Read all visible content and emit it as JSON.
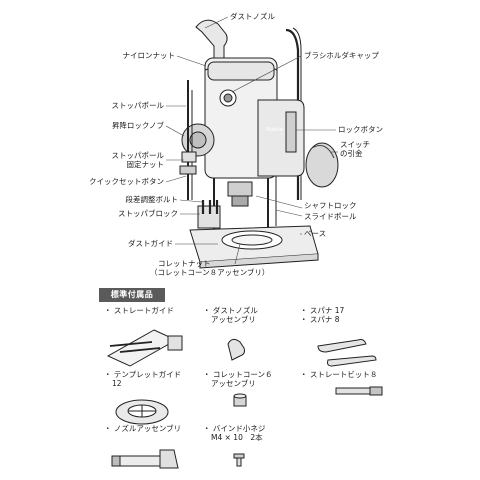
{
  "diagram": {
    "labels": {
      "dust_nozzle": "ダストノズル",
      "nylon_nut": "ナイロンナット",
      "brush_holder_cap": "ブラシホルダキャップ",
      "stopper_pole": "ストッパポール",
      "lift_lock_knob": "昇降ロックノブ",
      "stopper_pole_nut_line1": "ストッパポール",
      "stopper_pole_nut_line2": "固定ナット",
      "quick_set_button": "クイックセットボタン",
      "lock_button": "ロックボタン",
      "switch_trigger_line1": "スイッチ",
      "switch_trigger_line2": "の引金",
      "step_adjust_bolt": "段差調整ボルト",
      "stopper_block": "ストッパブロック",
      "dust_guide": "ダストガイド",
      "shaft_lock": "シャフトロック",
      "slide_pole": "スライドポール",
      "base": "ベース",
      "collet_nut_line1": "コレットナット",
      "collet_nut_line2": "（コレットコーン８アッセンブリ）",
      "brand": "Makita"
    }
  },
  "accessories": {
    "header": "標準付属品",
    "items": {
      "straight_guide": "ストレートガイド",
      "dust_nozzle_assy_line1": "ダストノズル",
      "dust_nozzle_assy_line2": "アッセンブリ",
      "spanner_17": "スパナ 17",
      "spanner_8": "スパナ 8",
      "template_guide_line1": "テンプレットガイド",
      "template_guide_line2": "12",
      "collet_cone_line1": "コレットコーン６",
      "collet_cone_line2": "アッセンブリ",
      "straight_bit": "ストレートビット８",
      "nozzle_assy": "ノズルアッセンブリ",
      "bind_screw_line1": "バインド小ネジ",
      "bind_screw_line2": "M4 × 10　2本"
    }
  }
}
